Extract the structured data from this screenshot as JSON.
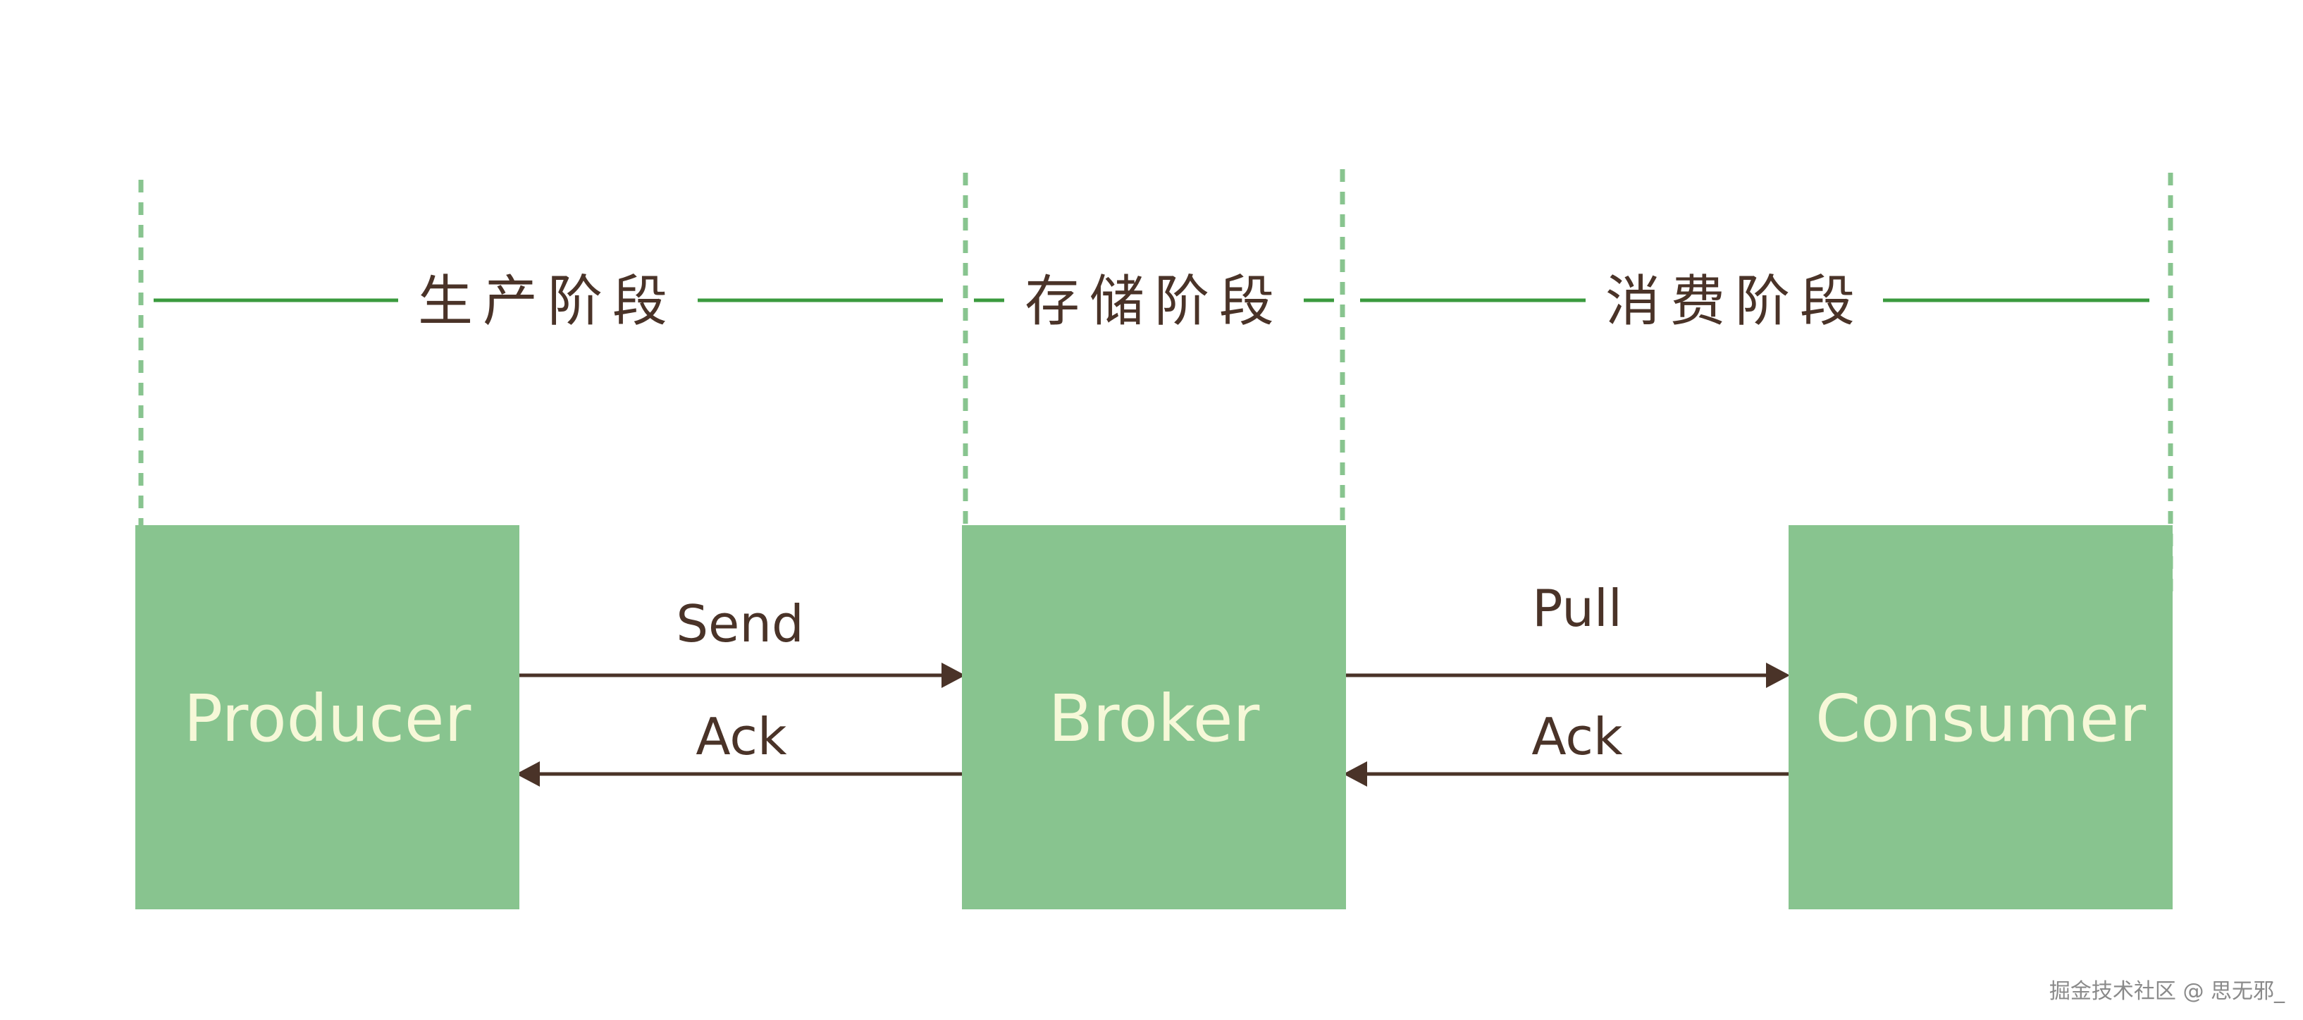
{
  "stages": [
    {
      "label": "生产阶段"
    },
    {
      "label": "存储阶段"
    },
    {
      "label": "消费阶段"
    }
  ],
  "nodes": {
    "producer": "Producer",
    "broker": "Broker",
    "consumer": "Consumer"
  },
  "messages": {
    "producer_broker_request": "Send",
    "producer_broker_ack": "Ack",
    "broker_consumer_request": "Pull",
    "broker_consumer_ack": "Ack"
  },
  "colors": {
    "box_fill": "#88c48f",
    "box_text": "#f6f8d8",
    "divider_dashed": "#88c48f",
    "stage_line": "#3a9a3e",
    "label_text": "#4a3328",
    "arrow": "#4a3328"
  },
  "watermark": "掘金技术社区 @ 思无邪_"
}
